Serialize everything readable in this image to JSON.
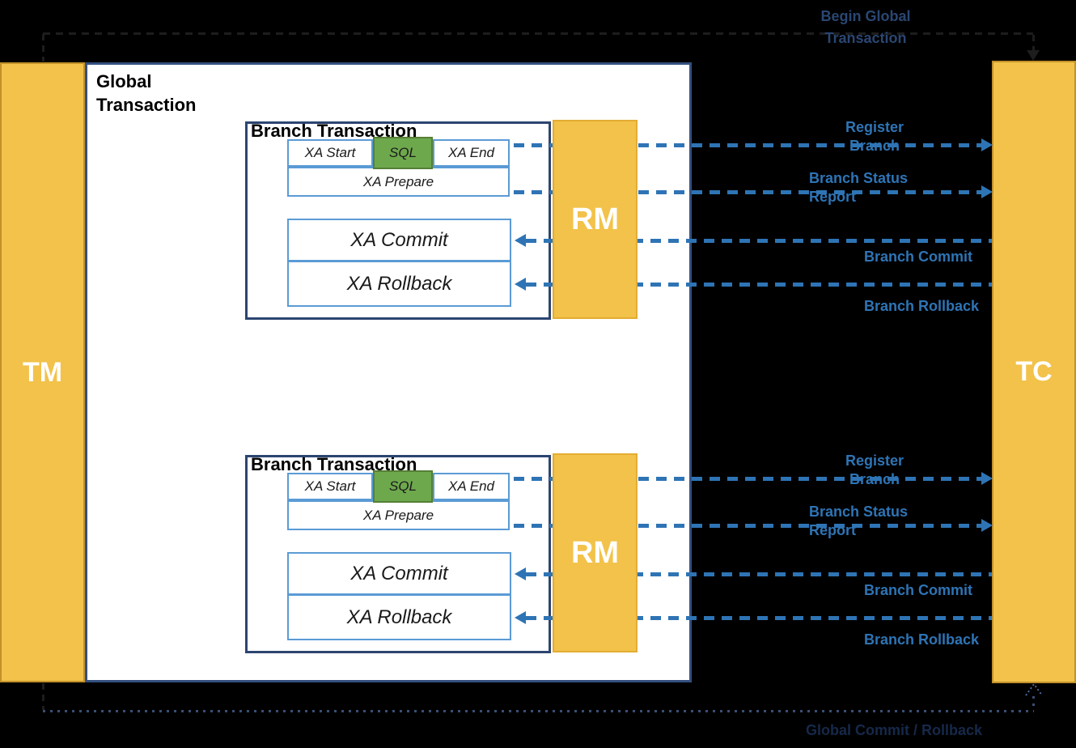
{
  "tm_label": "TM",
  "tc_label": "TC",
  "global": {
    "title": "Global Transaction"
  },
  "flows": {
    "begin_label": "Begin Global Transaction",
    "end_label": "Global Commit / Rollback"
  },
  "branches": [
    {
      "title": "Branch Transaction",
      "rm_label": "RM",
      "steps": {
        "xa_start": "XA Start",
        "sql": "SQL",
        "xa_end": "XA End",
        "xa_prepare": "XA Prepare",
        "xa_commit": "XA Commit",
        "xa_rollback": "XA Rollback"
      },
      "arrow_labels": {
        "register": "Register Branch",
        "status": "Branch Status Report",
        "commit": "Branch Commit",
        "rollback": "Branch Rollback"
      }
    },
    {
      "title": "Branch Transaction",
      "rm_label": "RM",
      "steps": {
        "xa_start": "XA Start",
        "sql": "SQL",
        "xa_end": "XA End",
        "xa_prepare": "XA Prepare",
        "xa_commit": "XA Commit",
        "xa_rollback": "XA Rollback"
      },
      "arrow_labels": {
        "register": "Register Branch",
        "status": "Branch Status Report",
        "commit": "Branch Commit",
        "rollback": "Branch Rollback"
      }
    }
  ],
  "colors": {
    "background": "#000000",
    "actor_yellow": "#F2C24A",
    "actor_border": "#C2912A",
    "global_border_blue": "#35507F",
    "branch_border_blue": "#2C4570",
    "step_border_blue": "#5B9BD5",
    "sql_green": "#6EA84D",
    "sql_green_border": "#557F35",
    "arrow_blue": "#2E74B5",
    "begin_label_navy": "#2A4672",
    "end_label_navy": "#16294A"
  }
}
